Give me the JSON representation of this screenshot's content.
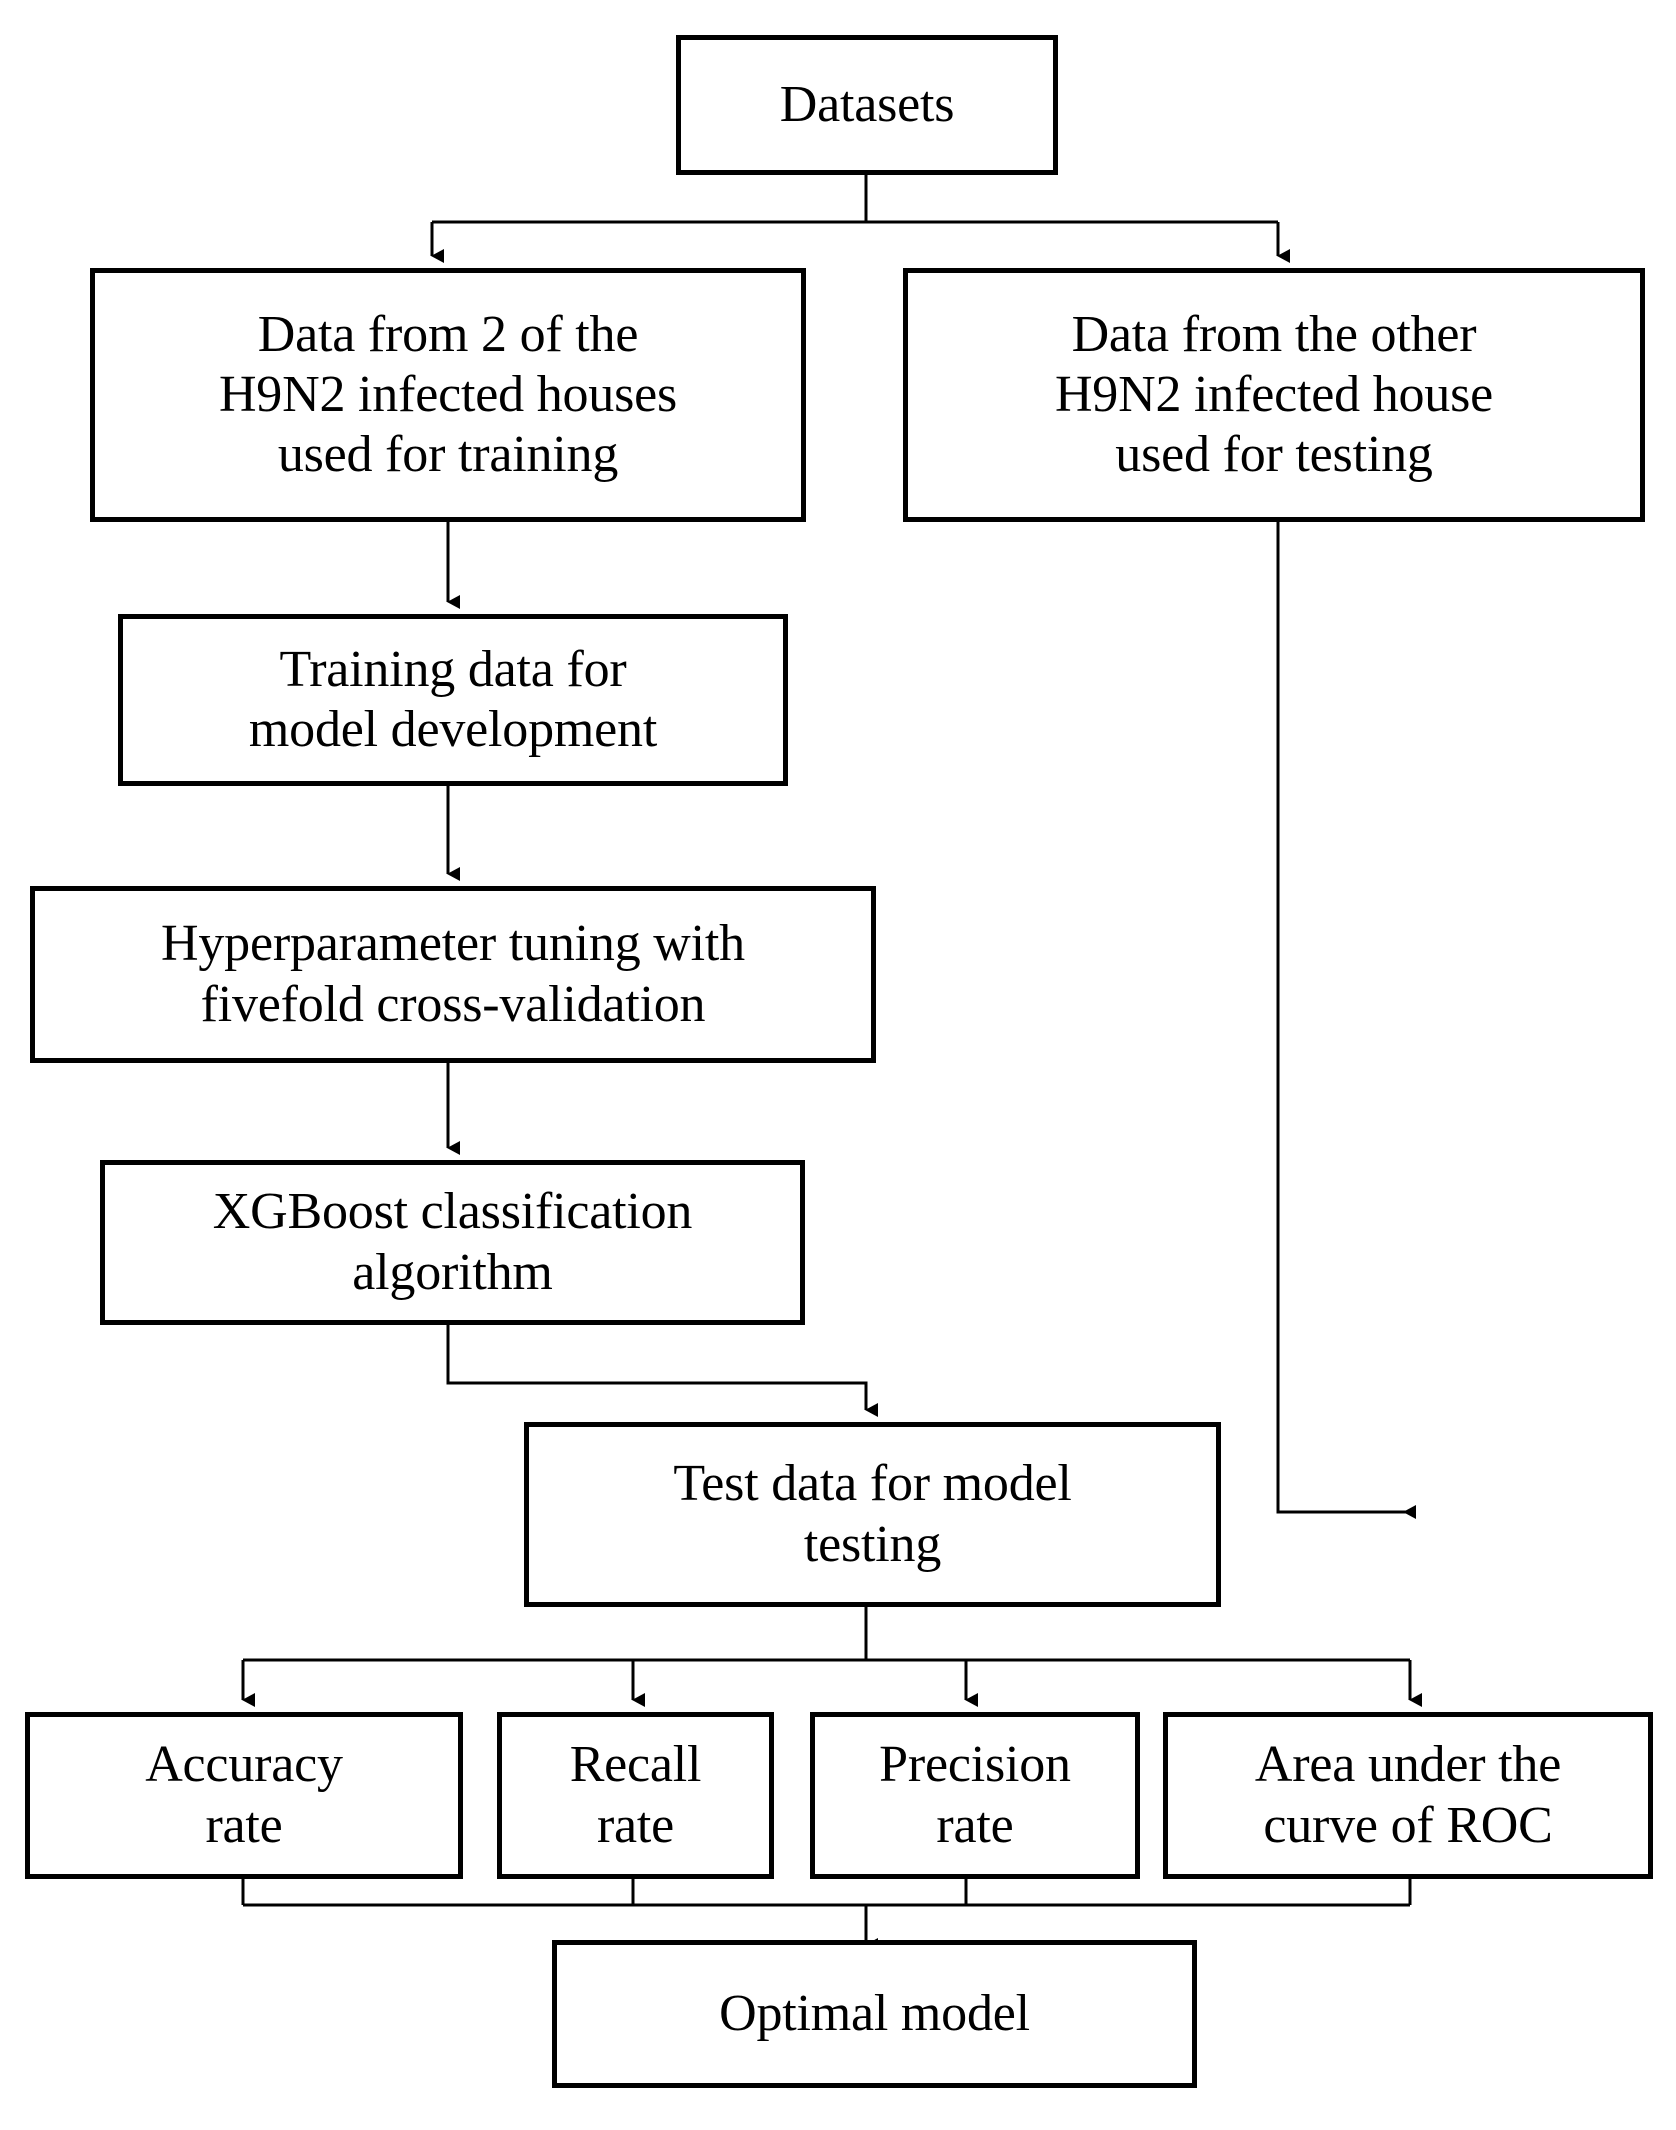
{
  "diagram": {
    "title": "XGBoost model development and evaluation flowchart",
    "type": "flowchart",
    "orientation": "top-to-bottom",
    "colors": {
      "box_border": "#000000",
      "box_fill": "#ffffff",
      "connector": "#000000",
      "text": "#000000",
      "background": "#ffffff"
    },
    "nodes": {
      "datasets": "Datasets",
      "train_source": "Data from 2 of the\nH9N2 infected houses\nused for training",
      "test_source": "Data from the other\nH9N2 infected house\nused for testing",
      "training_data": "Training data for\nmodel development",
      "hyperparameter": "Hyperparameter tuning with\nfivefold cross-validation",
      "xgboost": "XGBoost classification\nalgorithm",
      "test_data": "Test data for model\ntesting",
      "accuracy": "Accuracy\nrate",
      "recall": "Recall\nrate",
      "precision": "Precision\nrate",
      "auc": "Area under the\ncurve of ROC",
      "optimal": "Optimal model"
    },
    "edges": [
      {
        "from": "datasets",
        "to": "train_source"
      },
      {
        "from": "datasets",
        "to": "test_source"
      },
      {
        "from": "train_source",
        "to": "training_data"
      },
      {
        "from": "training_data",
        "to": "hyperparameter"
      },
      {
        "from": "hyperparameter",
        "to": "xgboost"
      },
      {
        "from": "xgboost",
        "to": "test_data"
      },
      {
        "from": "test_source",
        "to": "test_data"
      },
      {
        "from": "test_data",
        "to": "accuracy"
      },
      {
        "from": "test_data",
        "to": "recall"
      },
      {
        "from": "test_data",
        "to": "precision"
      },
      {
        "from": "test_data",
        "to": "auc"
      },
      {
        "from": "accuracy",
        "to": "optimal"
      },
      {
        "from": "recall",
        "to": "optimal"
      },
      {
        "from": "precision",
        "to": "optimal"
      },
      {
        "from": "auc",
        "to": "optimal"
      }
    ]
  }
}
